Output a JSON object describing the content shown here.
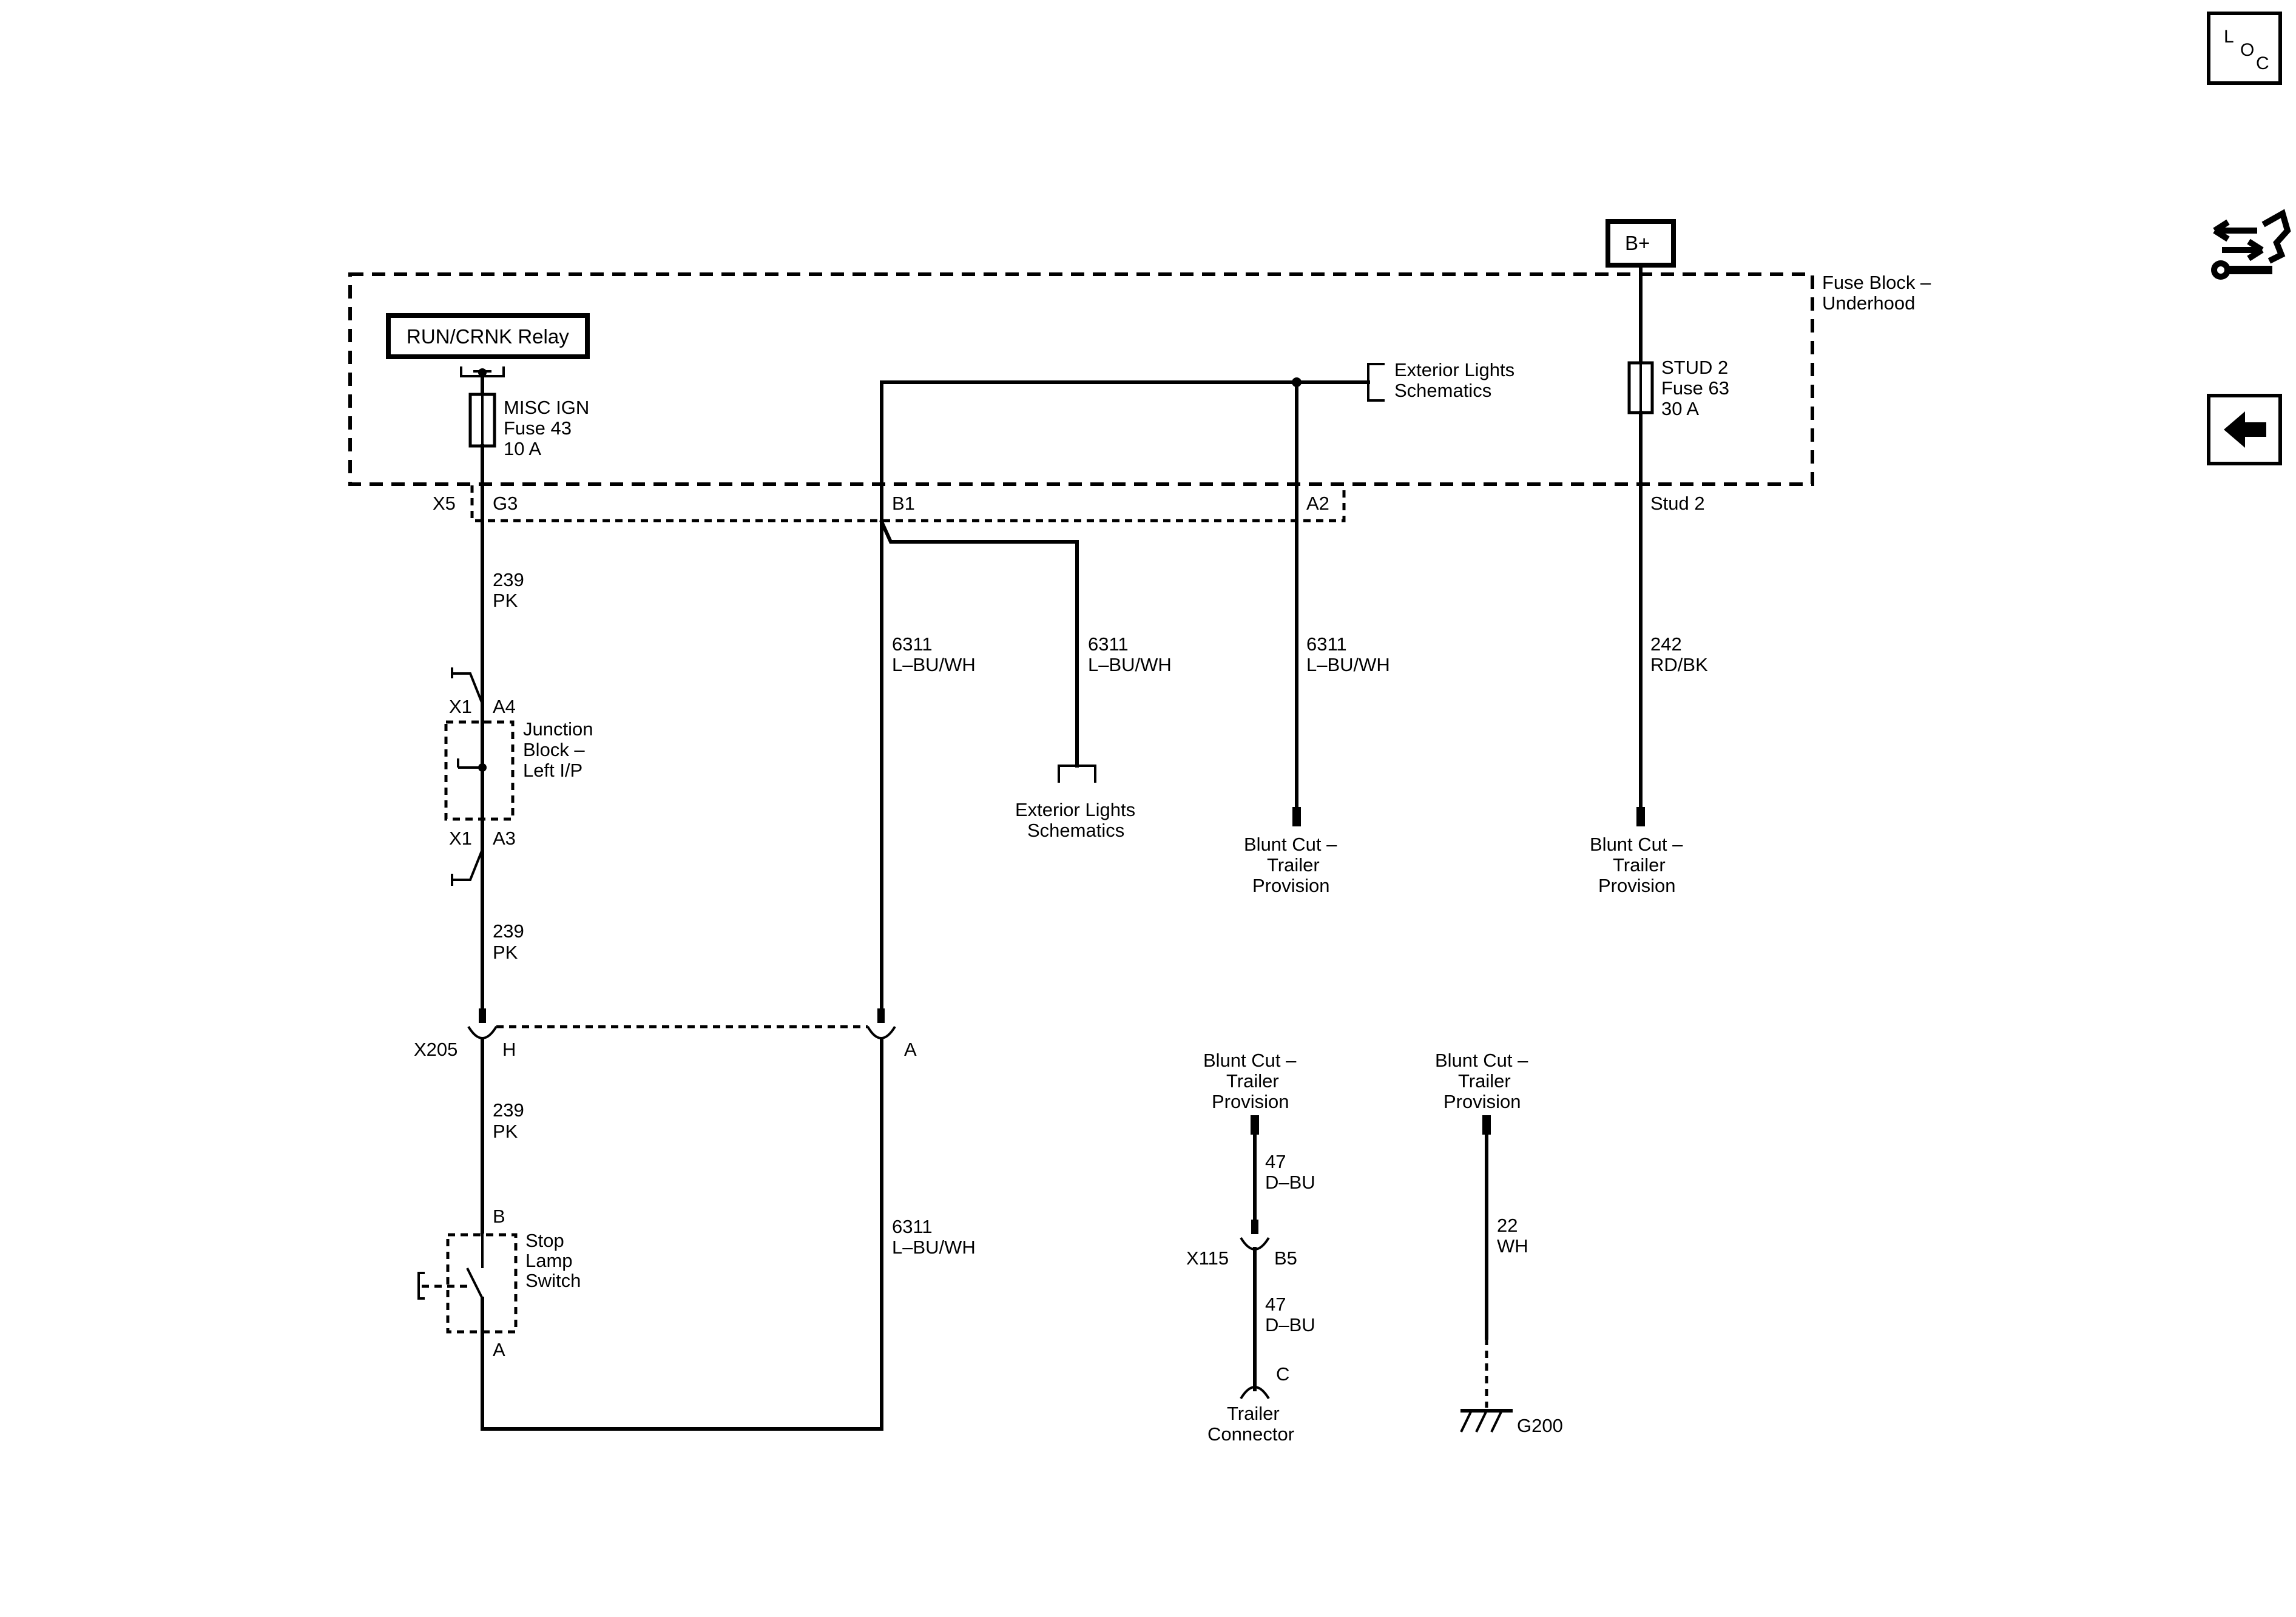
{
  "relay": {
    "label": "RUN/CRNK Relay"
  },
  "battery": {
    "label": "B+"
  },
  "fuse_block": {
    "line1": "Fuse Block –",
    "line2": "Underhood"
  },
  "fuse43": {
    "line1": "MISC IGN",
    "line2": "Fuse 43",
    "line3": "10 A"
  },
  "fuse63": {
    "line1": "STUD 2",
    "line2": "Fuse 63",
    "line3": "30 A"
  },
  "ext_lights": {
    "line1": "Exterior Lights",
    "line2": "Schematics"
  },
  "connectors": {
    "x5": "X5",
    "g3": "G3",
    "b1": "B1",
    "a2": "A2",
    "stud2": "Stud 2",
    "x1_top": "X1",
    "a4": "A4",
    "x1_bot": "X1",
    "a3": "A3",
    "x205": "X205",
    "h": "H",
    "a": "A",
    "stop_b": "B",
    "stop_a": "A",
    "x115": "X115",
    "b5": "B5",
    "c": "C",
    "g200": "G200"
  },
  "wires": {
    "w239_1": {
      "num": "239",
      "color": "PK"
    },
    "w239_2": {
      "num": "239",
      "color": "PK"
    },
    "w239_3": {
      "num": "239",
      "color": "PK"
    },
    "w6311_1": {
      "num": "6311",
      "color": "L–BU/WH"
    },
    "w6311_2": {
      "num": "6311",
      "color": "L–BU/WH"
    },
    "w6311_3": {
      "num": "6311",
      "color": "L–BU/WH"
    },
    "w6311_4": {
      "num": "6311",
      "color": "L–BU/WH"
    },
    "w242": {
      "num": "242",
      "color": "RD/BK"
    },
    "w47_1": {
      "num": "47",
      "color": "D–BU"
    },
    "w47_2": {
      "num": "47",
      "color": "D–BU"
    },
    "w22": {
      "num": "22",
      "color": "WH"
    }
  },
  "junction_block": {
    "line1": "Junction",
    "line2": "Block –",
    "line3": "Left I/P"
  },
  "stop_lamp": {
    "line1": "Stop",
    "line2": "Lamp",
    "line3": "Switch"
  },
  "blunt_cut": {
    "b1": {
      "line1": "Blunt Cut –",
      "line2": "Trailer",
      "line3": "Provision"
    },
    "b2": {
      "line1": "Blunt Cut –",
      "line2": "Trailer",
      "line3": "Provision"
    },
    "b3": {
      "line1": "Blunt Cut –",
      "line2": "Trailer",
      "line3": "Provision"
    },
    "b4": {
      "line1": "Blunt Cut –",
      "line2": "Trailer",
      "line3": "Provision"
    }
  },
  "trailer_connector": {
    "line1": "Trailer",
    "line2": "Connector"
  },
  "side_icons": {
    "loc": {
      "l": "L",
      "o": "O",
      "c": "C",
      "icon": "locator-icon"
    },
    "connector": {
      "icon": "connector-tool-icon"
    },
    "back": {
      "icon": "back-arrow-icon"
    }
  }
}
